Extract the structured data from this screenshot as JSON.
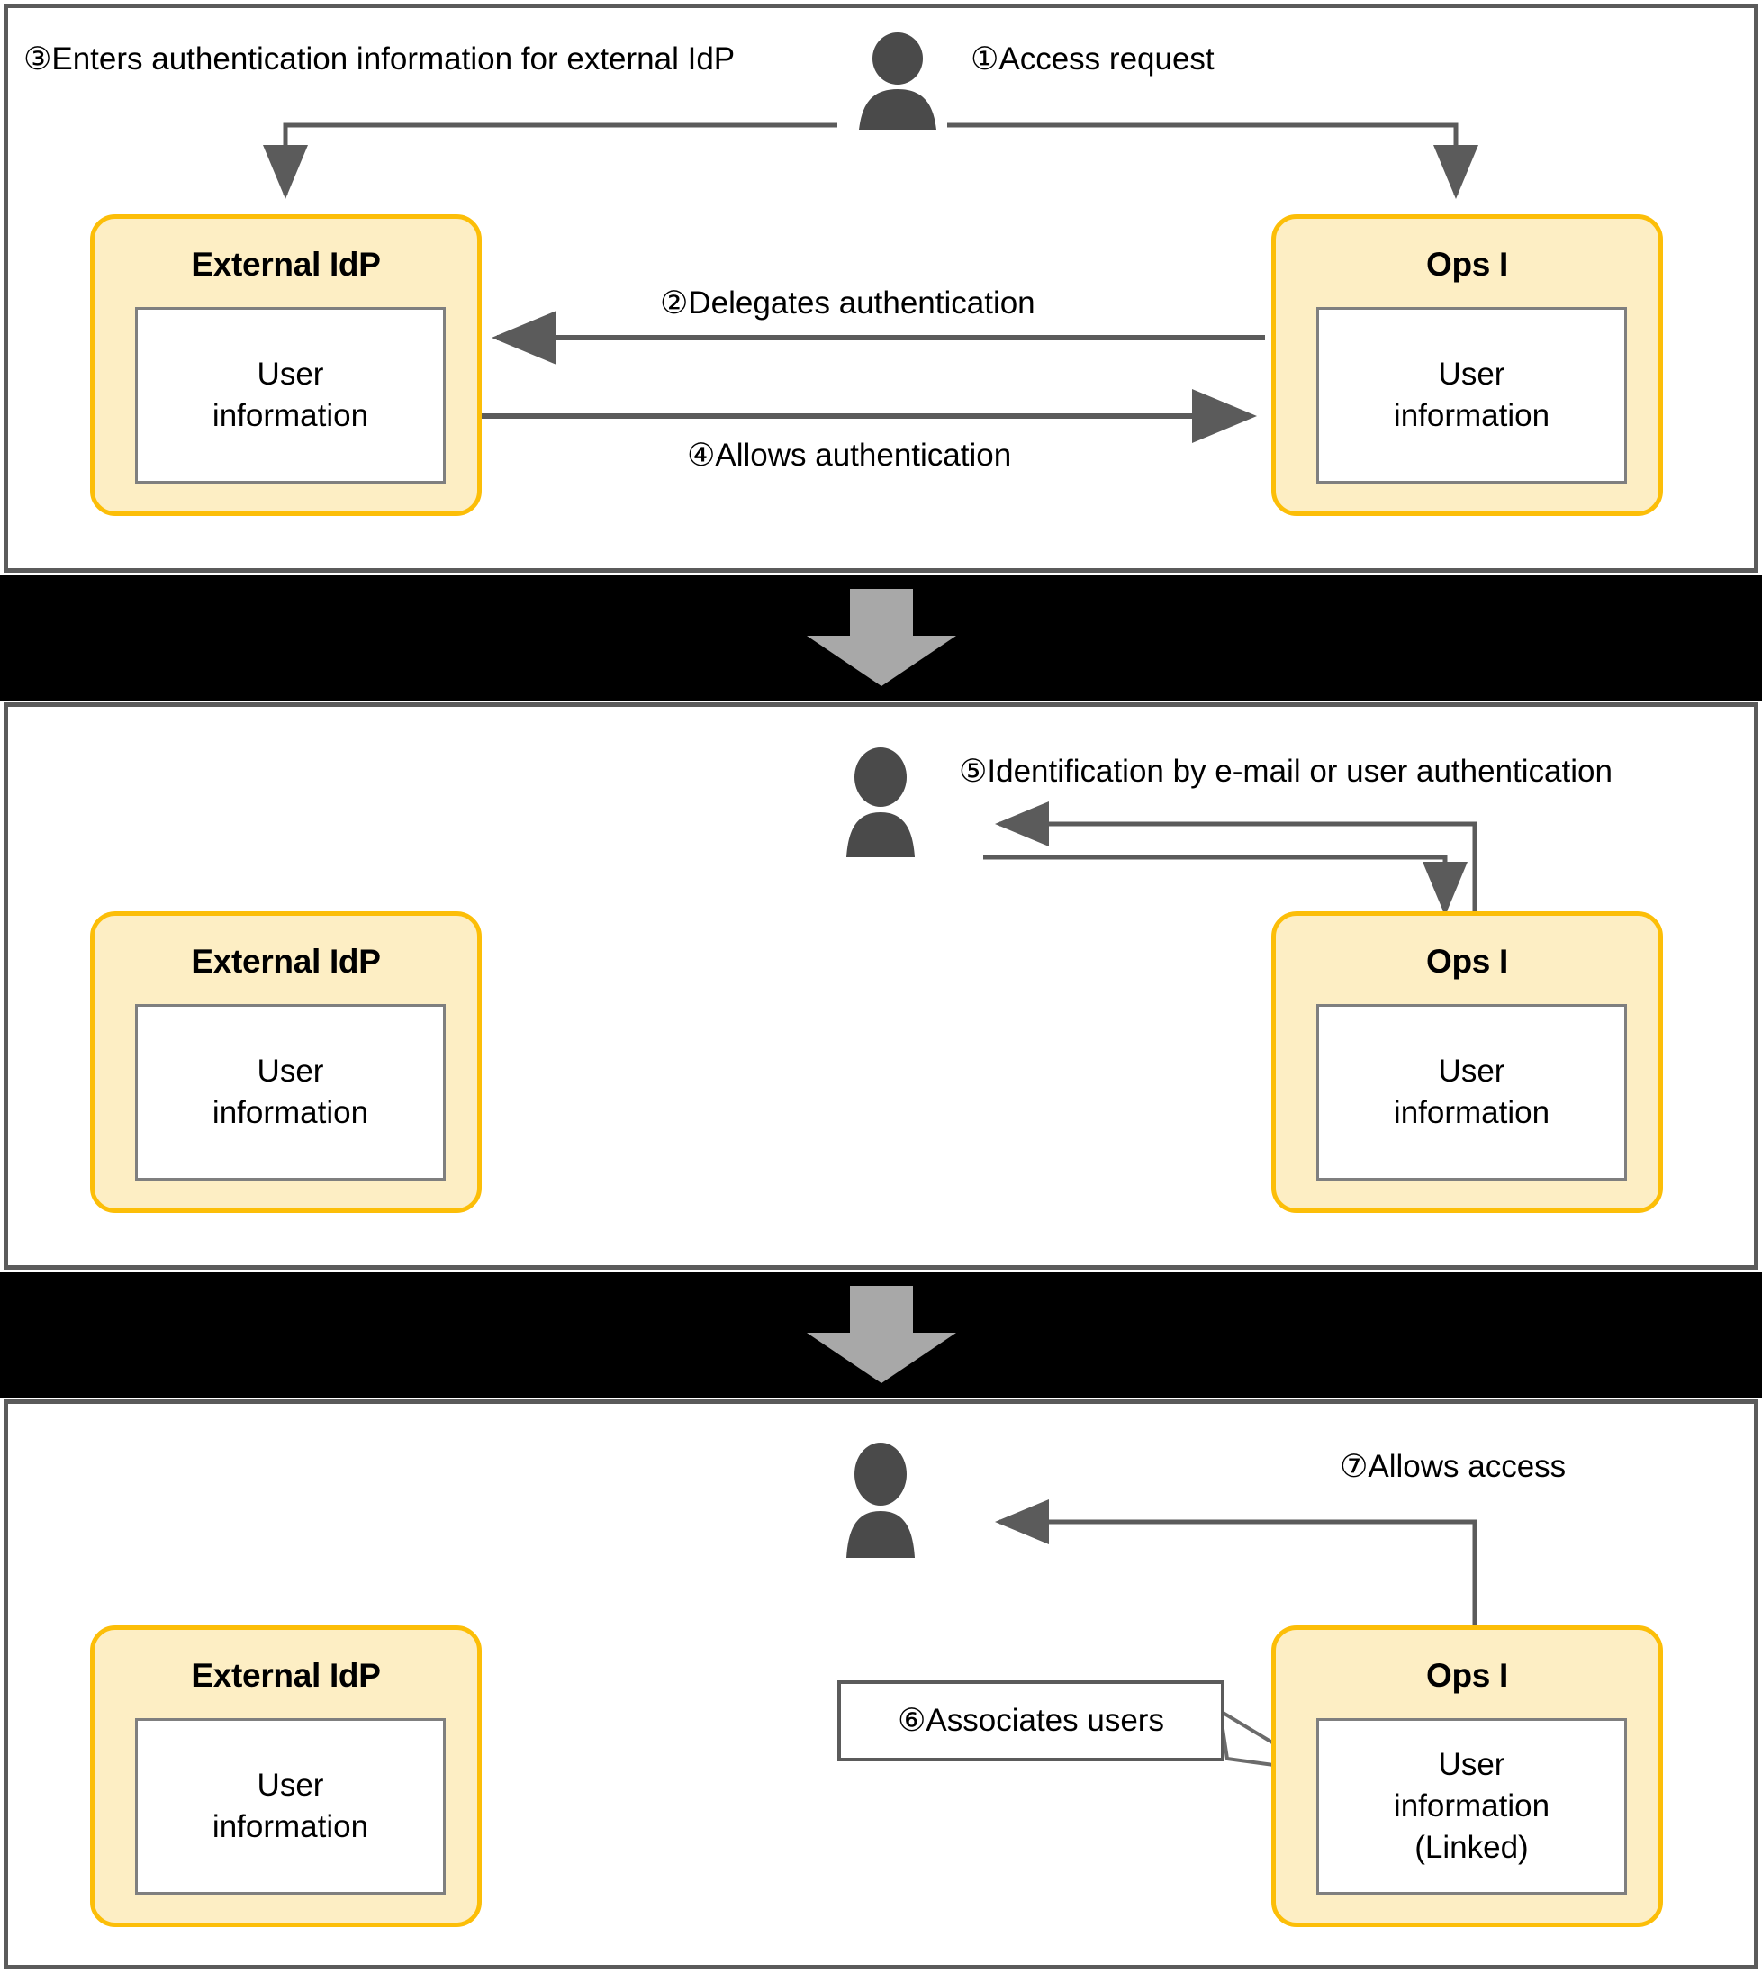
{
  "diagram": {
    "title": "External IdP federation and user linking flow",
    "colors": {
      "actor_fill": "#fdeec4",
      "actor_border": "#fcbe08",
      "panel_border": "#5b5b5b",
      "band_background": "#000000",
      "band_arrow": "#a8a8a8",
      "person_icon": "#4a4a4a",
      "connector": "#5b5b5b",
      "inner_box_border": "#7f7f7f"
    },
    "labels": {
      "external_idp": "External IdP",
      "ops": "Ops I",
      "user_information": "User\ninformation",
      "user_information_line1": "User",
      "user_information_line2": "information",
      "user_information_linked_line3": "(Linked)"
    },
    "icons": {
      "person": "person-icon",
      "down_arrow": "down-arrow-icon"
    }
  },
  "panels": [
    {
      "id": "panel-1",
      "steps": [
        {
          "number": "①",
          "text": "①Access request"
        },
        {
          "number": "②",
          "text": "②Delegates authentication"
        },
        {
          "number": "③",
          "text": "③Enters authentication information for external IdP"
        },
        {
          "number": "④",
          "text": "④Allows authentication"
        }
      ],
      "actors": [
        {
          "name": "External IdP",
          "inner": "User information"
        },
        {
          "name": "Ops I",
          "inner": "User information"
        }
      ]
    },
    {
      "id": "panel-2",
      "steps": [
        {
          "number": "⑤",
          "text": "⑤Identification by e-mail or user authentication"
        }
      ],
      "actors": [
        {
          "name": "External IdP",
          "inner": "User information"
        },
        {
          "name": "Ops I",
          "inner": "User information"
        }
      ]
    },
    {
      "id": "panel-3",
      "steps": [
        {
          "number": "⑥",
          "text": "⑥Associates users"
        },
        {
          "number": "⑦",
          "text": "⑦Allows access"
        }
      ],
      "actors": [
        {
          "name": "External IdP",
          "inner": "User information"
        },
        {
          "name": "Ops I",
          "inner": "User information (Linked)"
        }
      ]
    }
  ],
  "text": {
    "step1": "①Access request",
    "step2": "②Delegates authentication",
    "step3": "③Enters authentication information for external IdP",
    "step4": "④Allows authentication",
    "step5": "⑤Identification by e-mail or user authentication",
    "step6": "⑥Associates users",
    "step7": "⑦Allows access",
    "external_idp_1": "External IdP",
    "external_idp_2": "External IdP",
    "external_idp_3": "External IdP",
    "ops_1": "Ops I",
    "ops_2": "Ops I",
    "ops_3": "Ops I",
    "ui_1_l1": "User",
    "ui_1_l2": "information",
    "ui_2_l1": "User",
    "ui_2_l2": "information",
    "ui_3_l1": "User",
    "ui_3_l2": "information",
    "ui_4_l1": "User",
    "ui_4_l2": "information",
    "ui_5_l1": "User",
    "ui_5_l2": "information",
    "ui_6_l1": "User",
    "ui_6_l2": "information",
    "ui_6_l3": "(Linked)"
  }
}
